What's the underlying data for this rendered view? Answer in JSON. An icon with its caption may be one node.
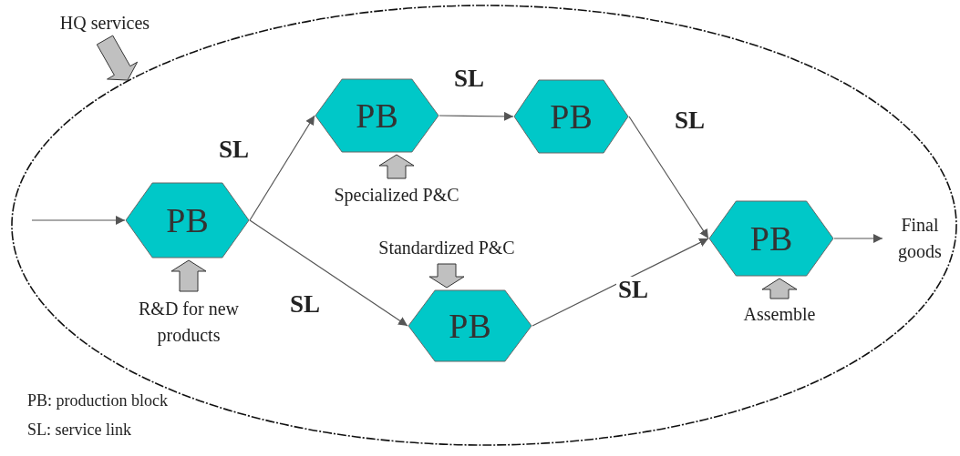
{
  "diagram": {
    "nodes": [
      {
        "text": [],
        "shape": "ellipse"
      },
      {
        "text": [
          "HQ services"
        ]
      },
      {
        "text": [
          "PB"
        ],
        "in": 0
      },
      {
        "text": [
          "PB"
        ],
        "in": 0
      },
      {
        "text": [
          "PB"
        ],
        "in": 0
      },
      {
        "text": [
          "PB"
        ],
        "in": 0
      },
      {
        "text": [
          "PB"
        ],
        "in": 0
      },
      {
        "text": [
          "R&D for new products"
        ],
        "in": 0
      },
      {
        "text": [
          "Specialized P&C"
        ],
        "in": 0
      },
      {
        "text": [
          "Standardized P&C"
        ],
        "in": 0
      },
      {
        "text": [
          "Assemble"
        ],
        "in": 0
      },
      {
        "text": [
          "Final goods"
        ],
        "in": 0
      }
    ],
    "edges": [
      {
        "from": null,
        "to": 2,
        "arrow": "to"
      },
      {
        "from": 2,
        "to": 3,
        "arrow": "to",
        "label": "SL"
      },
      {
        "from": 3,
        "to": 4,
        "arrow": "to",
        "label": "SL"
      },
      {
        "from": 4,
        "to": 6,
        "arrow": "to",
        "label": "SL"
      },
      {
        "from": 2,
        "to": 5,
        "arrow": "to",
        "label": "SL"
      },
      {
        "from": 5,
        "to": 6,
        "arrow": "to",
        "label": "SL"
      },
      {
        "from": 6,
        "to": 11,
        "arrow": "to"
      },
      {
        "from": 1,
        "to": 0,
        "arrow": "to",
        "style": "thick",
        "color": "#c0c0c0"
      },
      {
        "from": 7,
        "to": 2,
        "arrow": "to",
        "style": "thick",
        "color": "#c0c0c0"
      },
      {
        "from": 8,
        "to": 3,
        "arrow": "to",
        "style": "thick",
        "color": "#c0c0c0"
      },
      {
        "from": 9,
        "to": 5,
        "arrow": "to",
        "style": "thick",
        "color": "#c0c0c0"
      },
      {
        "from": 10,
        "to": 6,
        "arrow": "to",
        "style": "thick",
        "color": "#c0c0c0"
      }
    ],
    "labels": [
      "PB: production block",
      "SL: service link"
    ]
  }
}
